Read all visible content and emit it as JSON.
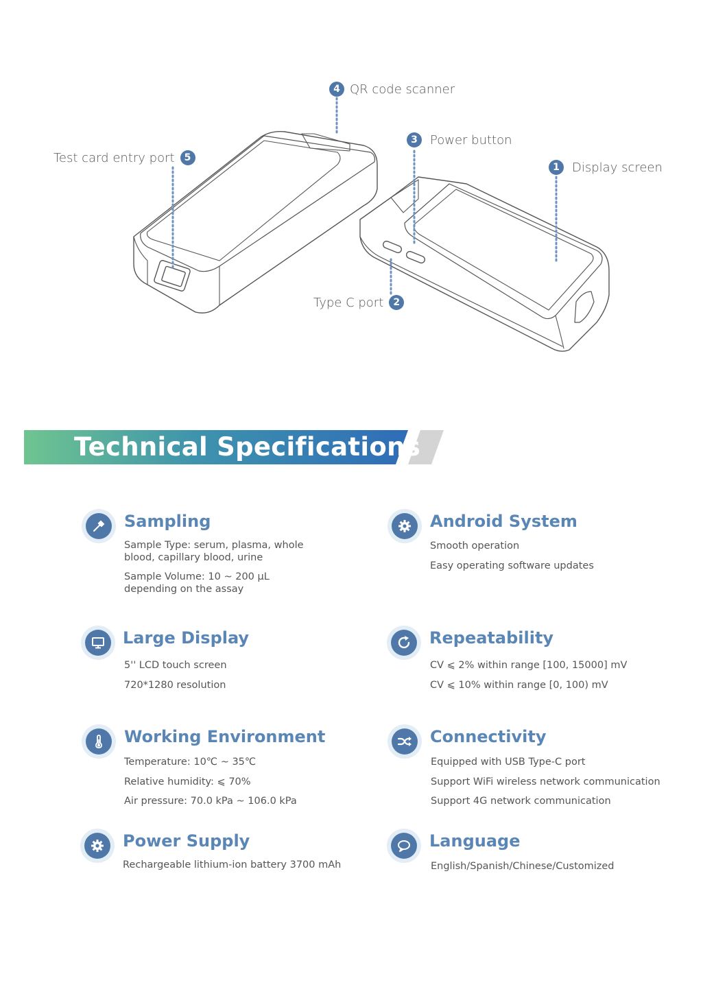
{
  "callouts": [
    {
      "num": "4",
      "label": "QR code scanner"
    },
    {
      "num": "3",
      "label": "Power button"
    },
    {
      "num": "1",
      "label": "Display screen"
    },
    {
      "num": "5",
      "label": "Test card entry port"
    },
    {
      "num": "2",
      "label": "Type C port"
    }
  ],
  "banner": {
    "title": "Technical Specifications"
  },
  "specs": [
    {
      "icon": "dropper-icon",
      "title": "Sampling",
      "lines": [
        "Sample Type: serum, plasma, whole",
        "blood, capillary blood, urine",
        "Sample Volume: 10 ~ 200 μL",
        "depending on the assay"
      ]
    },
    {
      "icon": "gear-icon",
      "title": "Android System",
      "lines": [
        "Smooth operation",
        "Easy operating software updates"
      ]
    },
    {
      "icon": "monitor-icon",
      "title": "Large Display",
      "lines": [
        "5'' LCD touch screen",
        "720*1280 resolution"
      ]
    },
    {
      "icon": "refresh-icon",
      "title": "Repeatability",
      "lines": [
        "CV ⩽ 2% within range [100, 15000] mV",
        "CV ⩽ 10% within range [0, 100) mV"
      ]
    },
    {
      "icon": "thermometer-icon",
      "title": "Working Environment",
      "lines": [
        "Temperature: 10℃ ~ 35℃",
        "Relative humidity: ⩽ 70%",
        "Air pressure: 70.0 kPa ~ 106.0 kPa"
      ]
    },
    {
      "icon": "shuffle-icon",
      "title": "Connectivity",
      "lines": [
        "Equipped with USB Type-C port",
        "Support WiFi wireless network communication",
        "Support 4G network communication"
      ]
    },
    {
      "icon": "gear-icon",
      "title": "Power Supply",
      "lines": [
        "Rechargeable lithium-ion battery 3700 mAh"
      ]
    },
    {
      "icon": "speech-bubble-icon",
      "title": "Language",
      "lines": [
        "English/Spanish/Chinese/Customized"
      ]
    }
  ],
  "colors": {
    "accent": "#4f78a8",
    "title": "#5a86b6",
    "gradient_start": "#6fc58f",
    "gradient_end": "#2f6cb8"
  }
}
